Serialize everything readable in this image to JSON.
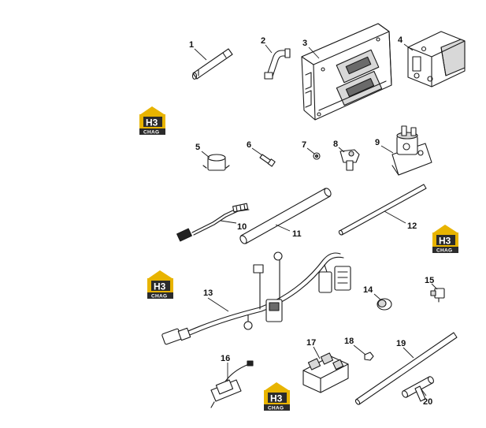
{
  "callouts": [
    "1",
    "2",
    "3",
    "4",
    "5",
    "6",
    "7",
    "8",
    "9",
    "10",
    "11",
    "12",
    "13",
    "14",
    "15",
    "16",
    "17",
    "18",
    "19",
    "20"
  ],
  "watermark": {
    "letters": "H3",
    "word": "CHAG",
    "accent_color": "#e8b400",
    "dark_color": "#2b2b2b"
  },
  "line_color": "#1a1a1a",
  "background_color": "#ffffff"
}
